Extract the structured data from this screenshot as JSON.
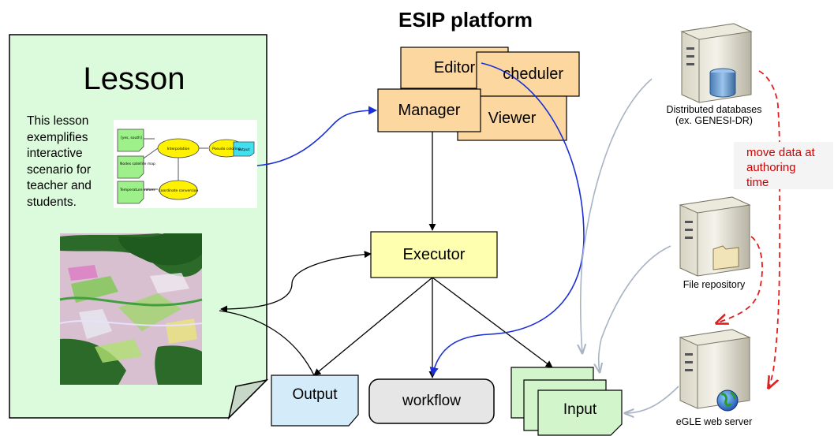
{
  "title": "ESIP platform",
  "lesson": {
    "heading": "Lesson",
    "text_lines": [
      "This lesson",
      "exemplifies",
      "interactive",
      "scenario for",
      "teacher and",
      "students."
    ]
  },
  "mini_workflow": {
    "nodes": {
      "n1": "[yes, south]",
      "n2": "Nodes satellite map",
      "n3": "Temperature values",
      "n4": "Interpolation",
      "n5": "Coordinate conversion",
      "n6": "Pseudo coloring",
      "n7": "output"
    }
  },
  "platform_boxes": {
    "editor": "Editor",
    "scheduler": "Scheduler",
    "viewer": "Viewer",
    "manager": "Manager",
    "executor": "Executor"
  },
  "outputs": {
    "output": "Output",
    "workflow": "workflow",
    "input": "Input"
  },
  "servers": {
    "distributed_line1": "Distributed databases",
    "distributed_line2": "(ex. GENESI-DR)",
    "file_repository": "File repository",
    "egle": "eGLE web server"
  },
  "note": {
    "line1": "move data at",
    "line2": "authoring",
    "line3": "time"
  },
  "colors": {
    "lesson_fill": "#dcfadc",
    "box_orange": "#fcd8a0",
    "box_yellow": "#ffffb0",
    "output_blue": "#d4ecfa",
    "workflow_gray": "#e6e6e6",
    "input_green": "#d2f5cc",
    "arrow_blue": "#1a2fd6",
    "arrow_gray": "#a8b4c4",
    "dashed_red": "#e02020"
  }
}
